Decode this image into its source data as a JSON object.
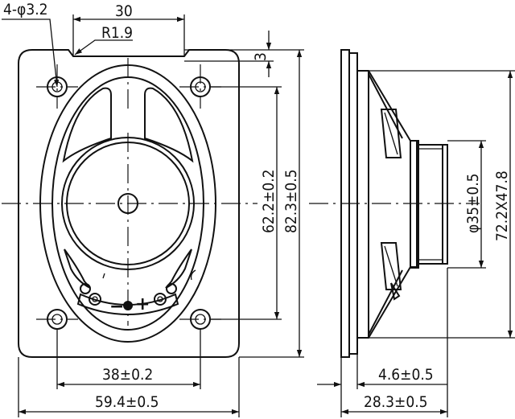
{
  "dimensions": {
    "holes": "4-φ3.2",
    "slot_width": "30",
    "corner_radius": "R1.9",
    "slot_depth": "3",
    "inner_height": "62.2±0.2",
    "outer_height": "82.3±0.5",
    "hole_spacing": "38±0.2",
    "overall_width": "59.4±0.5",
    "magnet_diameter": "φ35±0.5",
    "cone_size": "72.2X47.8",
    "flange_depth": "4.6±0.5",
    "total_depth": "28.3±0.5"
  },
  "terminals": {
    "negative": "−",
    "positive": "+"
  }
}
